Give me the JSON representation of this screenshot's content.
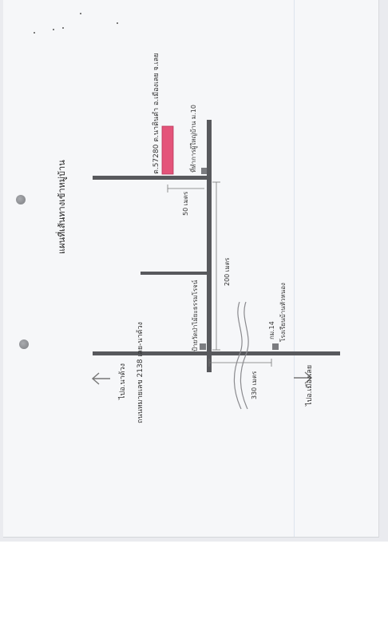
{
  "map": {
    "title": "แผนที่เส้นทางเข้าหมู่บ้าน",
    "destination_label": "ต.57280 ต.นาดินดำ อ.เมืองเลย จ.เลย",
    "village_office_label": "ที่ทำการผู้ใหญ่บ้าน ม.10",
    "temple_label": "ป้ายวัดป่าไม้ยะธรรมโรจน์",
    "km_marker_label": "กม.14",
    "school_label": "โรงเรียนบ้านหัวหนอง",
    "highway_label": "ถนนหมายเลข 2138 เลย-นาด้วง",
    "to_naduang_label": "ไปอ.นาด้วง",
    "to_loei_label": "ไปอ.เมืองเลย",
    "dist_50_label": "50 เมตร",
    "dist_200_label": "200 เมตร",
    "dist_330_label": "330 เมตร",
    "colors": {
      "road": "#58595d",
      "destination": "#e4547a",
      "paper": "#f6f7f9"
    },
    "icons": [
      "arrow-left-icon",
      "arrow-right-icon",
      "square-marker-icon"
    ]
  }
}
